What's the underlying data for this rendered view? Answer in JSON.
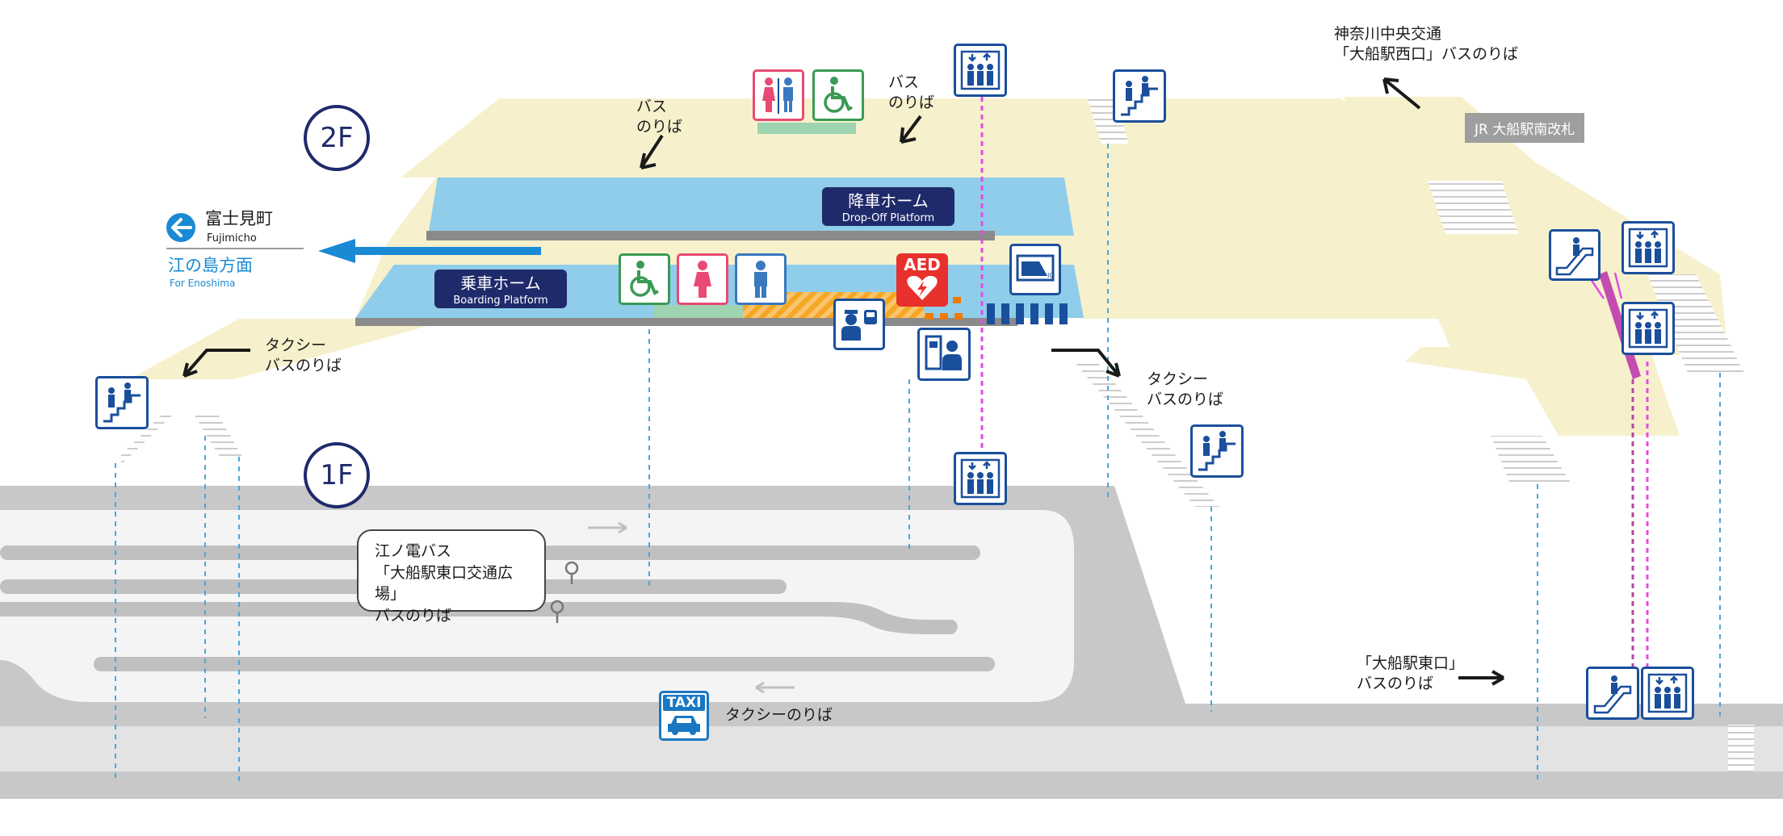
{
  "floors": {
    "upper": "2F",
    "lower": "1F"
  },
  "destination": {
    "name_ja": "富士見町",
    "name_en": "Fujimicho",
    "direction_ja": "江の島方面",
    "direction_en": "For Enoshima"
  },
  "platforms": {
    "dropoff_ja": "降車ホーム",
    "dropoff_en": "Drop-Off Platform",
    "boarding_ja": "乗車ホーム",
    "boarding_en": "Boarding Platform"
  },
  "labels": {
    "bus_stop_left": [
      "バス",
      "のりば"
    ],
    "bus_stop_center": [
      "バス",
      "のりば"
    ],
    "taxi_bus_left": [
      "タクシー",
      "バスのりば"
    ],
    "taxi_bus_right": [
      "タクシー",
      "バスのりば"
    ],
    "kanachu": [
      "神奈川中央交通",
      "「大船駅西口」バスのりば"
    ],
    "enoden_bus": [
      "江ノ電バス",
      "「大船駅東口交通広場」",
      "バスのりば"
    ],
    "ofuna_east": [
      "「大船駅東口」",
      "バスのりば"
    ],
    "taxi_stand": "タクシーのりば"
  },
  "gate": "JR 大船駅南改札",
  "aed": "AED",
  "taxi_sign": "TAXI",
  "icons": [
    "toilet-icon",
    "wheelchair-icon",
    "elevator-icon",
    "stairs-icon",
    "escalator-icon",
    "ic-card-icon",
    "staff-icon",
    "ticket-machine-icon",
    "aed-icon",
    "taxi-icon",
    "bus-stop-pole-icon"
  ],
  "colors": {
    "floor_2f": "#f6f1cc",
    "platform": "#8fcdea",
    "road": "#c8c8c8",
    "road_light": "#f4f4f4",
    "navy": "#1f2a6b",
    "icon_blue": "#1a4f9c",
    "elevator_line": "#e64ae6",
    "guide_line": "#4aa8d8",
    "arrow_blue": "#1a8ad4",
    "aed_red": "#e8302c",
    "tactile": "#f5a623"
  }
}
